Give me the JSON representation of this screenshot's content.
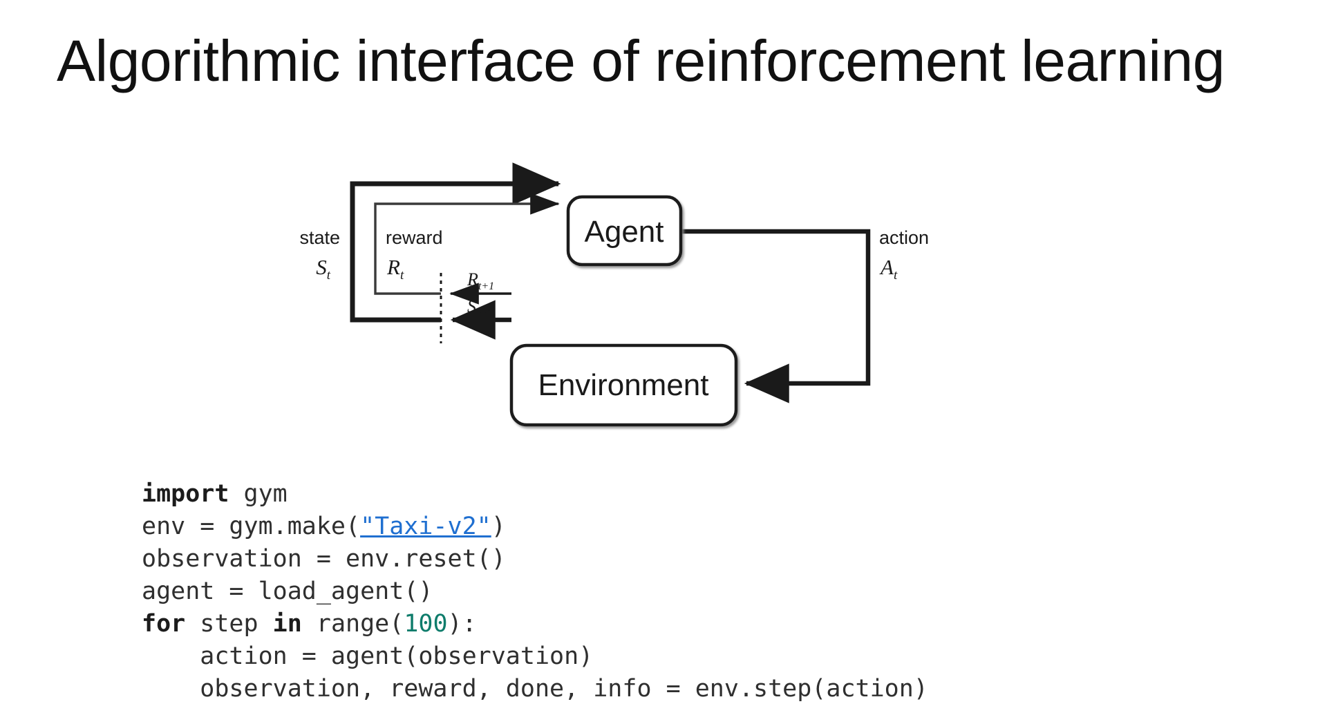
{
  "slide": {
    "title": "Algorithmic interface of reinforcement learning",
    "background_color": "#ffffff",
    "text_color": "#111111"
  },
  "diagram": {
    "name": "agent-environment-interaction-loop",
    "type": "block-flow-diagram",
    "nodes": [
      {
        "id": "agent",
        "label": "Agent"
      },
      {
        "id": "environment",
        "label": "Environment"
      }
    ],
    "edge_labels": {
      "state_word": "state",
      "state_symbol": "S",
      "state_subscript": "t",
      "reward_word": "reward",
      "reward_symbol": "R",
      "reward_subscript": "t",
      "action_word": "action",
      "action_symbol": "A",
      "action_subscript": "t",
      "next_reward_symbol": "R",
      "next_reward_subscript": "t+1",
      "next_state_symbol": "S",
      "next_state_subscript": "t+1"
    },
    "stroke_color": "#1a1a1a",
    "box_fill": "#ffffff"
  },
  "code": {
    "language": "python",
    "link_color": "#1f6fd0",
    "number_color": "#0e7c6b",
    "keyword_color": "#1c1c1c",
    "text_color": "#2f2f2f",
    "lines": [
      {
        "id": "line-1",
        "tokens": [
          {
            "text": "import",
            "style": "kw"
          },
          {
            "text": " gym",
            "style": "plain"
          }
        ]
      },
      {
        "id": "line-2",
        "tokens": [
          {
            "text": "env = gym.make(",
            "style": "plain"
          },
          {
            "text": "\"Taxi-v2\"",
            "style": "str-link"
          },
          {
            "text": ")",
            "style": "plain"
          }
        ]
      },
      {
        "id": "line-3",
        "tokens": [
          {
            "text": "observation = env.reset()",
            "style": "plain"
          }
        ]
      },
      {
        "id": "line-4",
        "tokens": [
          {
            "text": "agent = load_agent()",
            "style": "plain"
          }
        ]
      },
      {
        "id": "line-5",
        "tokens": [
          {
            "text": "for",
            "style": "kw"
          },
          {
            "text": " step ",
            "style": "plain"
          },
          {
            "text": "in",
            "style": "kw"
          },
          {
            "text": " range(",
            "style": "plain"
          },
          {
            "text": "100",
            "style": "num"
          },
          {
            "text": "):",
            "style": "plain"
          }
        ]
      },
      {
        "id": "line-6",
        "tokens": [
          {
            "text": "    action = agent(observation)",
            "style": "plain"
          }
        ]
      },
      {
        "id": "line-7",
        "tokens": [
          {
            "text": "    observation, reward, done, info = env.step(action)",
            "style": "plain"
          }
        ]
      }
    ]
  }
}
